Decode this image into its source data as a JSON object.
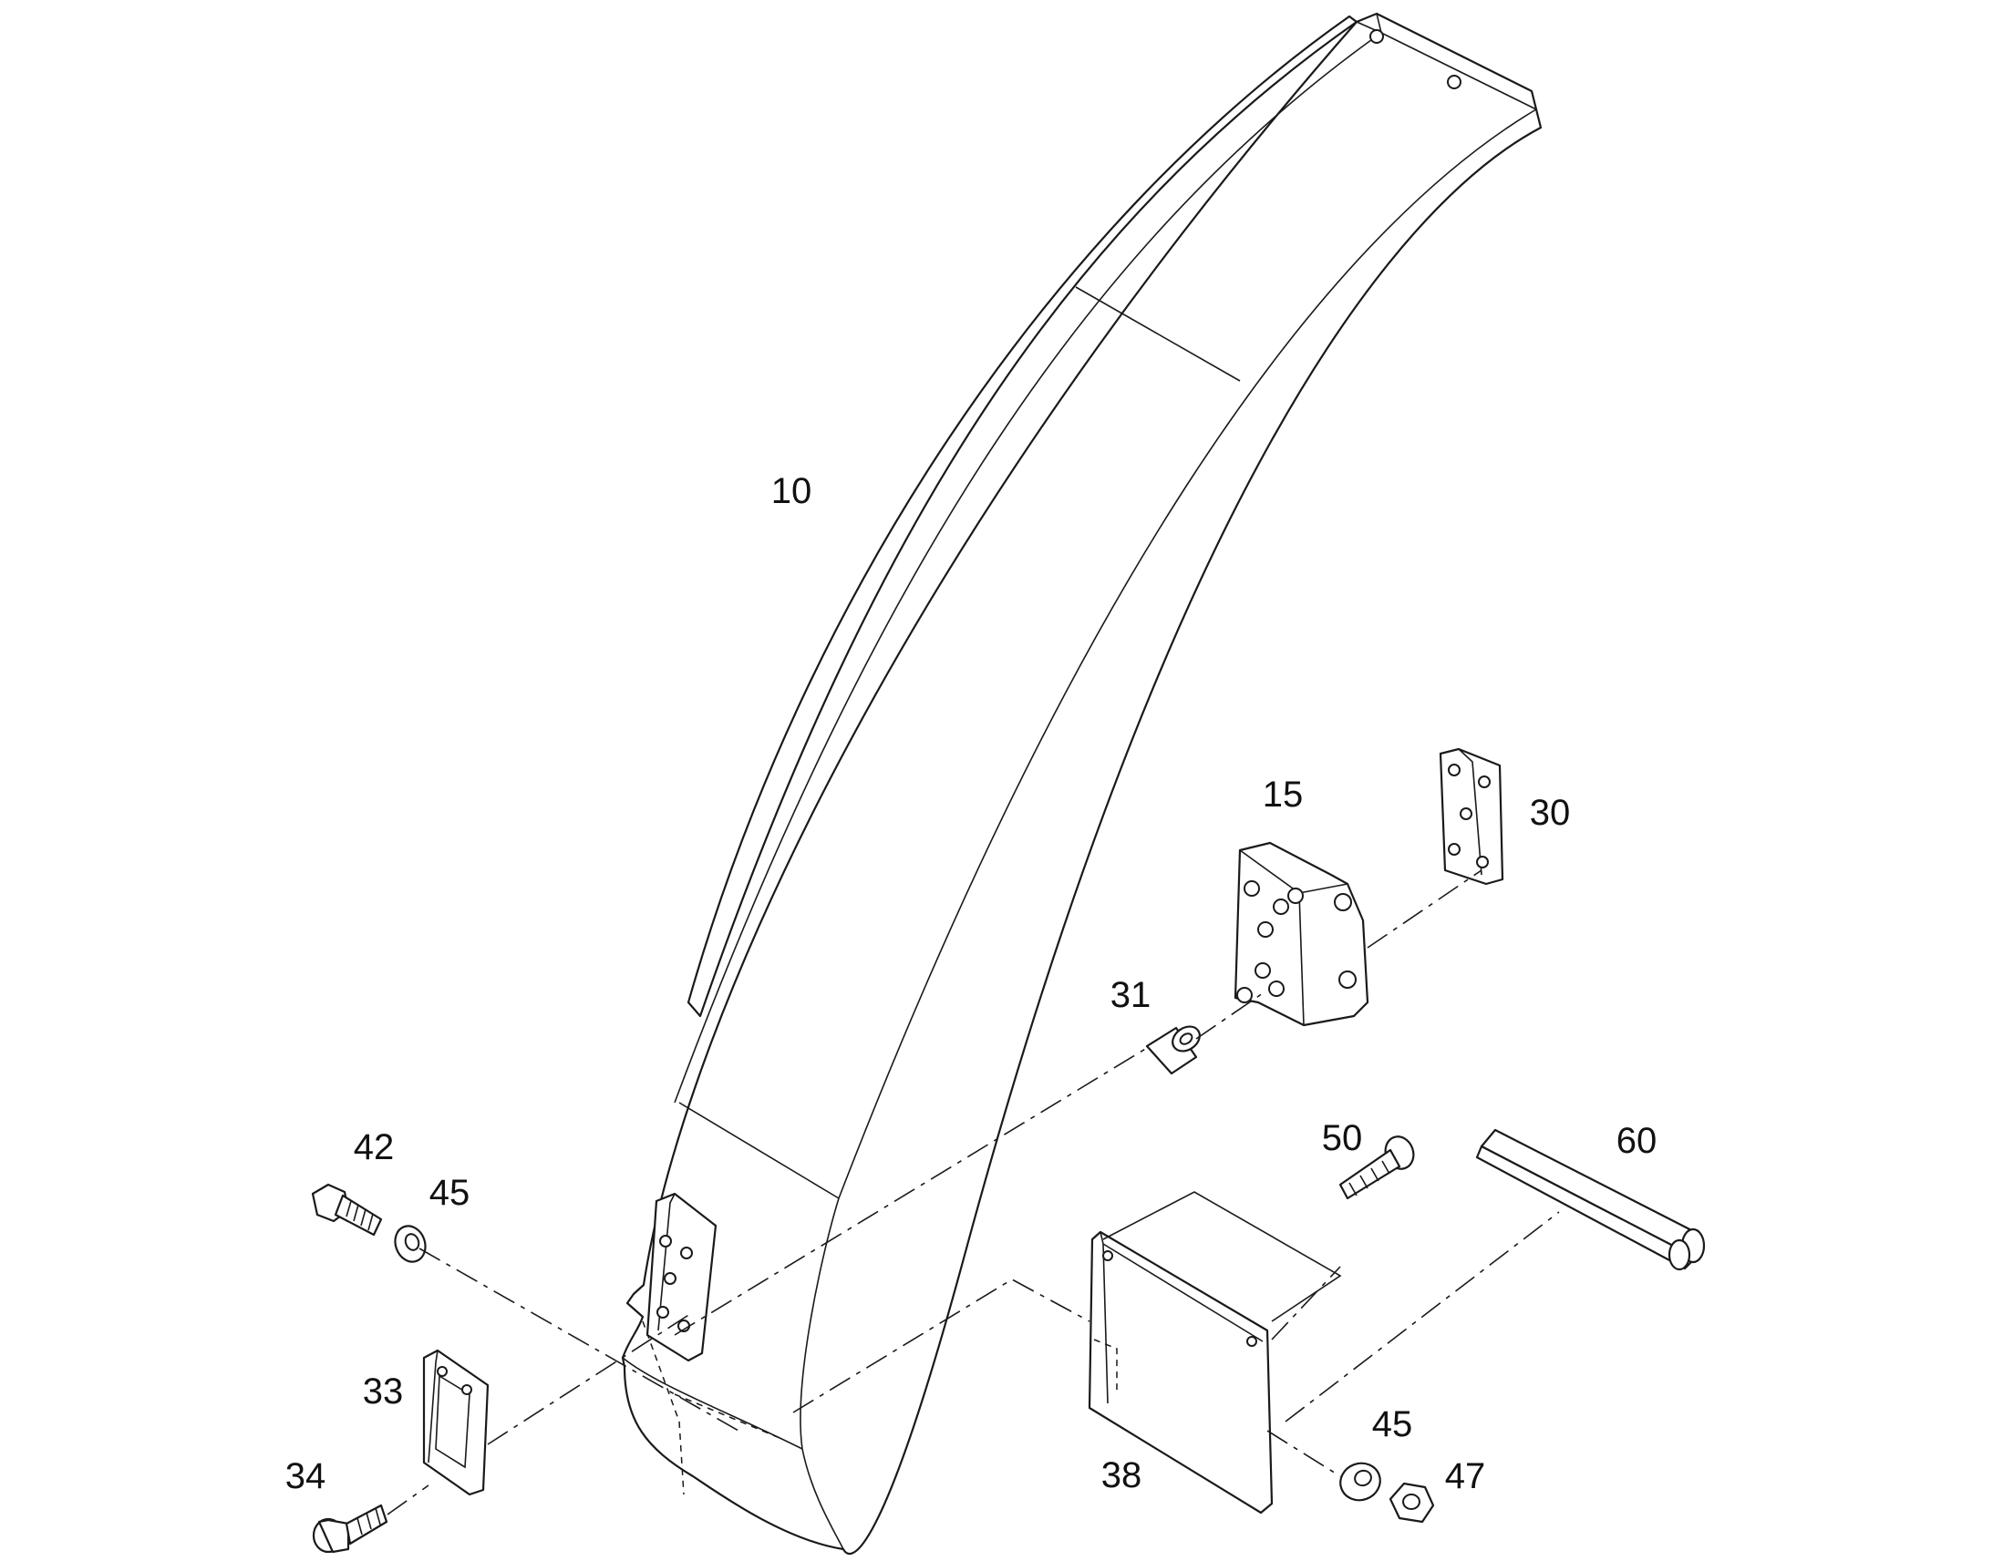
{
  "diagram": {
    "part_labels": [
      "10",
      "15",
      "30",
      "31",
      "33",
      "34",
      "38",
      "42",
      "45",
      "45",
      "47",
      "50",
      "60"
    ]
  }
}
